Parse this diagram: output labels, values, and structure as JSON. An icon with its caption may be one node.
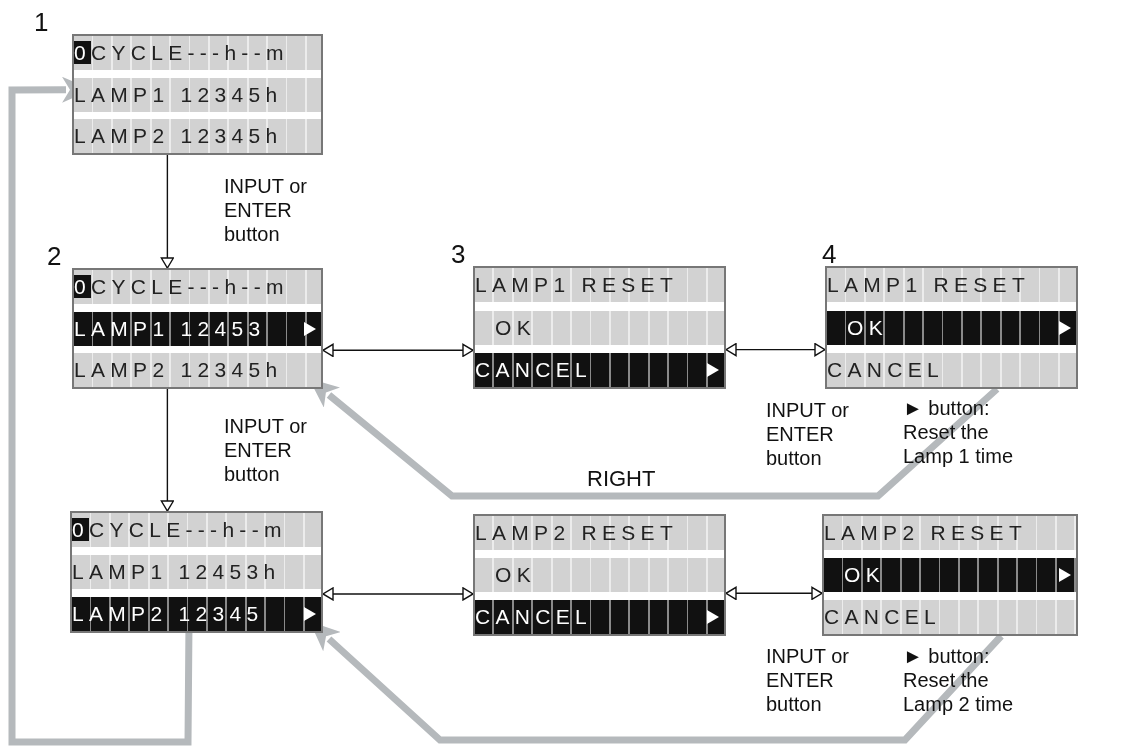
{
  "diagram": {
    "nodes": [
      {
        "text": [
          "0CYCLE---h--m",
          "LAMP1 12345h",
          "LAMP2 12345h"
        ],
        "beside": [
          "1"
        ]
      },
      {
        "text": [
          "0CYCLE---h--m",
          "LAMP1 12453",
          "LAMP2 12345h"
        ],
        "beside": [
          "2"
        ]
      },
      {
        "text": [
          "LAMP1 RESET",
          "OK",
          "CANCEL"
        ],
        "beside": [
          "3"
        ]
      },
      {
        "text": [
          "LAMP1 RESET",
          "OK",
          "CANCEL"
        ],
        "beside": [
          "4"
        ]
      },
      {
        "text": [
          "0CYCLE---h--m",
          "LAMP1 12453h",
          "LAMP2 12345"
        ]
      },
      {
        "text": [
          "LAMP2 RESET",
          "OK",
          "CANCEL"
        ]
      },
      {
        "text": [
          "LAMP2 RESET",
          "OK",
          "CANCEL"
        ]
      }
    ],
    "edges": [
      {
        "from": 0,
        "to": 1,
        "arrow": "to"
      },
      {
        "from": 1,
        "to": 4,
        "arrow": "to"
      },
      {
        "from": 1,
        "to": 2,
        "arrow": "both"
      },
      {
        "from": 2,
        "to": 3,
        "arrow": "both"
      },
      {
        "from": 4,
        "to": 5,
        "arrow": "both"
      },
      {
        "from": 5,
        "to": 6,
        "arrow": "both"
      },
      {
        "from": 4,
        "to": 0,
        "arrow": "to",
        "style": "thick",
        "color": "#b5b9bc"
      },
      {
        "from": 3,
        "to": 1,
        "arrow": "to",
        "label": "RIGHT",
        "style": "thick",
        "color": "#b5b9bc"
      },
      {
        "from": 6,
        "to": 4,
        "arrow": "to",
        "style": "thick",
        "color": "#b5b9bc"
      }
    ],
    "labels": [
      "INPUT or ENTER button",
      "INPUT or ENTER button",
      "INPUT or ENTER button",
      "► button: Reset the Lamp 1 time",
      "INPUT or ENTER button",
      "► button: Reset the Lamp 2 time"
    ]
  }
}
